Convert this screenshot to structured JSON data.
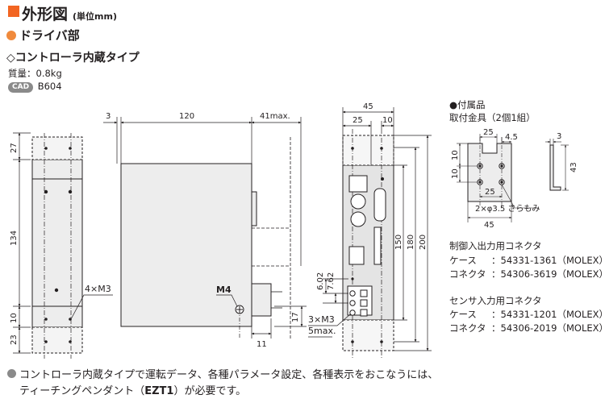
{
  "header": {
    "title": "外形図",
    "unit": "(単位mm)",
    "section": "ドライバ部",
    "subsection": "◇コントローラ内蔵タイプ",
    "mass": "質量：0.8kg",
    "cad_badge": "CAD",
    "cad_code": "B604"
  },
  "colors": {
    "accent": "#f26522",
    "bullet": "#f08a3c",
    "body_fill": "#ededed",
    "face_fill": "#e4e4e4"
  },
  "front_view": {
    "dims": {
      "top": "27",
      "height": "134",
      "bot1": "10",
      "bot2": "23"
    },
    "callout_holes": "4×M3"
  },
  "side_view": {
    "dims": {
      "left": "3",
      "width": "120",
      "right": "41max.",
      "bottom_right": "11",
      "height_right": "17"
    },
    "callout_m4": "M4"
  },
  "connector_view": {
    "dims": {
      "w45": "45",
      "w25": "25",
      "w10": "10",
      "h150": "150",
      "h180": "180",
      "h200": "200",
      "d602": "6.02",
      "d762": "7.62"
    },
    "callout_m3": "3×M3",
    "callout_5max": "5max."
  },
  "accessory": {
    "title": "●付属品",
    "desc": "取付金具（2個1組）",
    "dims": {
      "w25top": "25",
      "w45s": "4.5",
      "h10a": "10",
      "h10b": "10",
      "w25mid": "25",
      "w45": "45",
      "t3": "3",
      "h43": "43"
    },
    "hole_note": "2×φ3.5 さらもみ"
  },
  "connectors": {
    "control_title": "制御入出力用コネクタ",
    "control_case_label": "ケース",
    "control_case_value": "：54331-1361（MOLEX）",
    "control_conn_label": "コネクタ",
    "control_conn_value": "：54306-3619（MOLEX）",
    "sensor_title": "センサ入力用コネクタ",
    "sensor_case_label": "ケース",
    "sensor_case_value": "：54331-1201（MOLEX）",
    "sensor_conn_label": "コネクタ",
    "sensor_conn_value": "：54306-2019（MOLEX）"
  },
  "footer": {
    "line1": "コントローラ内蔵タイプで運転データ、各種パラメータ設定、各種表示をおこなうには、",
    "line2_pre": "ティーチングペンダント（",
    "line2_bold": "EZT1",
    "line2_post": "）が必要です。"
  }
}
